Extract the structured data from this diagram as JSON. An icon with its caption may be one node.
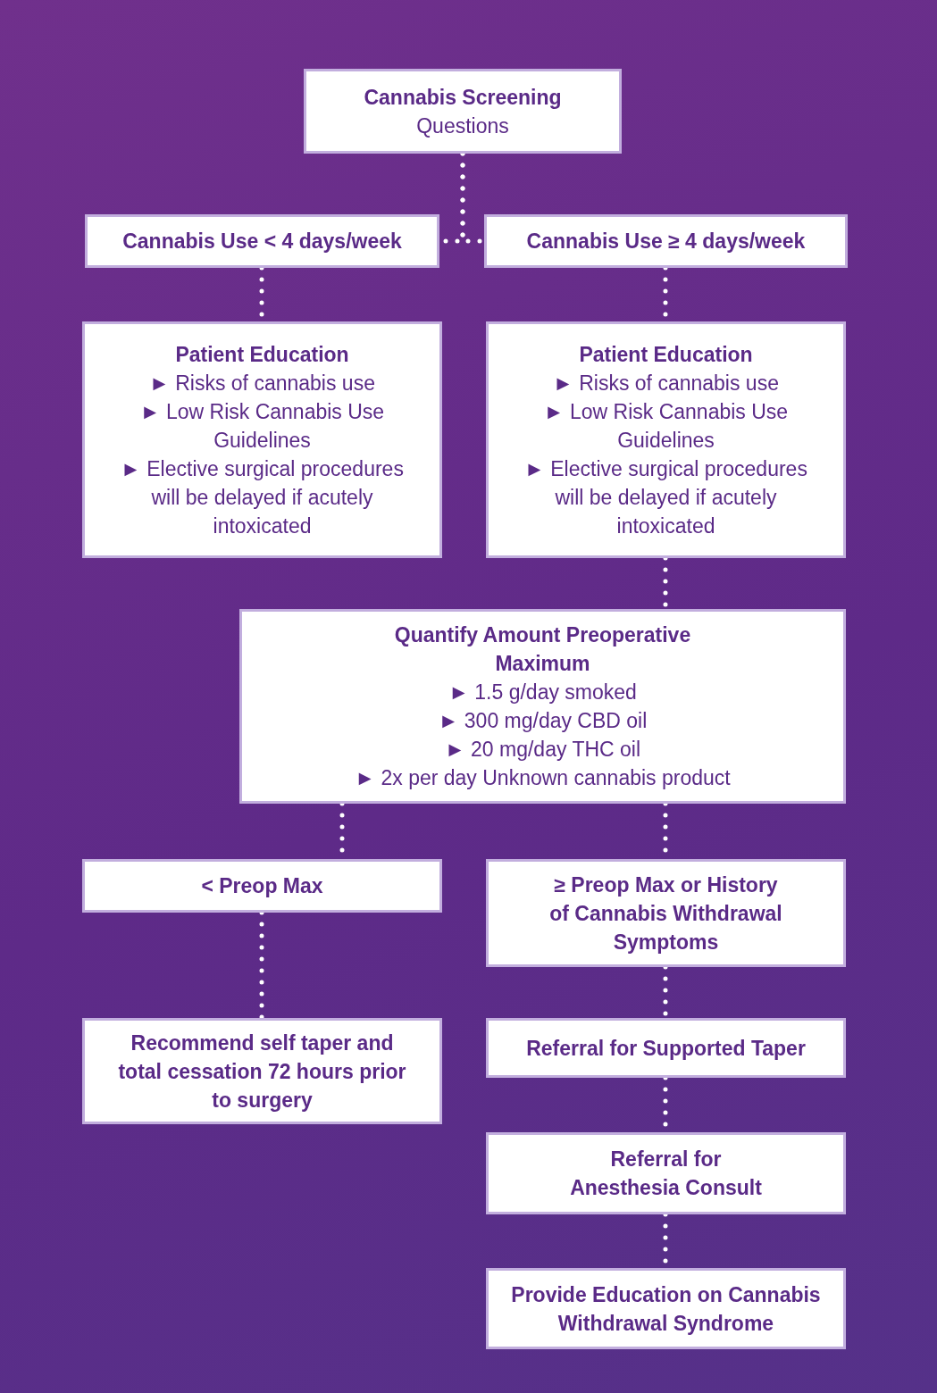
{
  "diagram": {
    "nodes": [
      {
        "text": [
          "Cannabis Screening",
          "Questions"
        ]
      },
      {
        "text": [
          "Cannabis Use < 4 days/week"
        ]
      },
      {
        "text": [
          "Cannabis Use ≥ 4 days/week"
        ]
      },
      {
        "text": [
          "Patient Education",
          "► Risks of cannabis use",
          "► Low Risk Cannabis Use Guidelines",
          "► Elective surgical procedures will be delayed if acutely intoxicated"
        ]
      },
      {
        "text": [
          "Patient Education",
          "► Risks of cannabis use",
          "► Low Risk Cannabis Use Guidelines",
          "► Elective surgical procedures will be delayed if acutely intoxicated"
        ]
      },
      {
        "text": [
          "Quantify Amount Preoperative Maximum",
          "► 1.5 g/day smoked",
          "► 300 mg/day CBD oil",
          "► 20 mg/day THC oil",
          "► 2x per day Unknown cannabis product"
        ]
      },
      {
        "text": [
          "< Preop Max"
        ]
      },
      {
        "text": [
          "≥ Preop Max or History of Cannabis Withdrawal Symptoms"
        ]
      },
      {
        "text": [
          "Recommend self taper and total cessation 72 hours prior to surgery"
        ]
      },
      {
        "text": [
          "Referral for Supported Taper"
        ]
      },
      {
        "text": [
          "Referral for Anesthesia Consult"
        ]
      },
      {
        "text": [
          "Provide Education on Cannabis Withdrawal Syndrome"
        ]
      }
    ],
    "edges": [
      {
        "from": 0,
        "to": 1,
        "arrow": "none",
        "style": "dashed"
      },
      {
        "from": 0,
        "to": 2,
        "arrow": "none",
        "style": "dashed"
      },
      {
        "from": 1,
        "to": 3,
        "arrow": "none",
        "style": "dashed"
      },
      {
        "from": 2,
        "to": 4,
        "arrow": "none",
        "style": "dashed"
      },
      {
        "from": 4,
        "to": 5,
        "arrow": "none",
        "style": "dashed"
      },
      {
        "from": 5,
        "to": 6,
        "arrow": "none",
        "style": "dashed"
      },
      {
        "from": 5,
        "to": 7,
        "arrow": "none",
        "style": "dashed"
      },
      {
        "from": 6,
        "to": 8,
        "arrow": "none",
        "style": "dashed"
      },
      {
        "from": 7,
        "to": 9,
        "arrow": "none",
        "style": "dashed"
      },
      {
        "from": 9,
        "to": 10,
        "arrow": "none",
        "style": "dashed"
      },
      {
        "from": 10,
        "to": 11,
        "arrow": "none",
        "style": "dashed"
      }
    ]
  }
}
